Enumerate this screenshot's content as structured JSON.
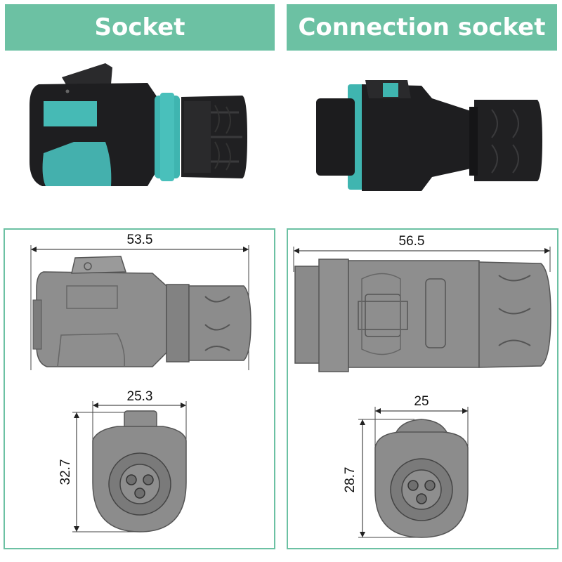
{
  "left": {
    "title": "Socket",
    "dimensions": {
      "length": "53.5",
      "width": "25.3",
      "height": "32.7"
    }
  },
  "right": {
    "title": "Connection socket",
    "dimensions": {
      "length": "56.5",
      "width": "25",
      "height": "28.7"
    }
  },
  "colors": {
    "accent": "#6cc1a3",
    "teal": "#44b8b4",
    "body": "#1c1c1e",
    "drawing": "#8c8c8c"
  }
}
